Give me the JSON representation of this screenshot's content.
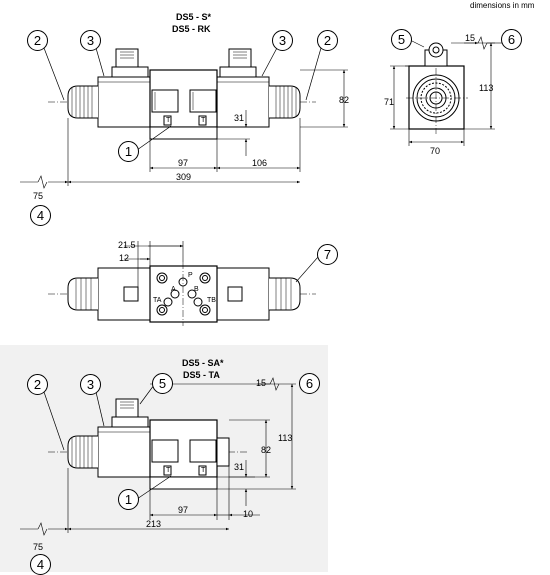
{
  "units_note": "dimensions in mm",
  "view_top": {
    "model_line1": "DS5 - S*",
    "model_line2": "DS5 - RK",
    "callouts": [
      "2",
      "3",
      "3",
      "2",
      "1",
      "4",
      "5",
      "6"
    ],
    "dim_82": "82",
    "dim_31": "31",
    "dim_97": "97",
    "dim_106": "106",
    "dim_309": "309",
    "dim_75": "75",
    "dim_15": "15",
    "dim_71": "71",
    "dim_113": "113",
    "dim_70": "70"
  },
  "view_mid": {
    "dim_215": "21.5",
    "dim_12": "12",
    "callout_7": "7",
    "port_p": "P",
    "port_a": "A",
    "port_b": "B",
    "port_ta": "TA",
    "port_tb": "TB"
  },
  "view_bottom": {
    "model_line1": "DS5 - SA*",
    "model_line2": "DS5 - TA",
    "callouts": [
      "2",
      "3",
      "5",
      "6",
      "1",
      "4"
    ],
    "dim_15": "15",
    "dim_113": "113",
    "dim_82": "82",
    "dim_31": "31",
    "dim_97": "97",
    "dim_10": "10",
    "dim_213": "213",
    "dim_75": "75"
  },
  "colors": {
    "line": "#000000",
    "panel": "#f1f1f1",
    "background": "#ffffff"
  }
}
